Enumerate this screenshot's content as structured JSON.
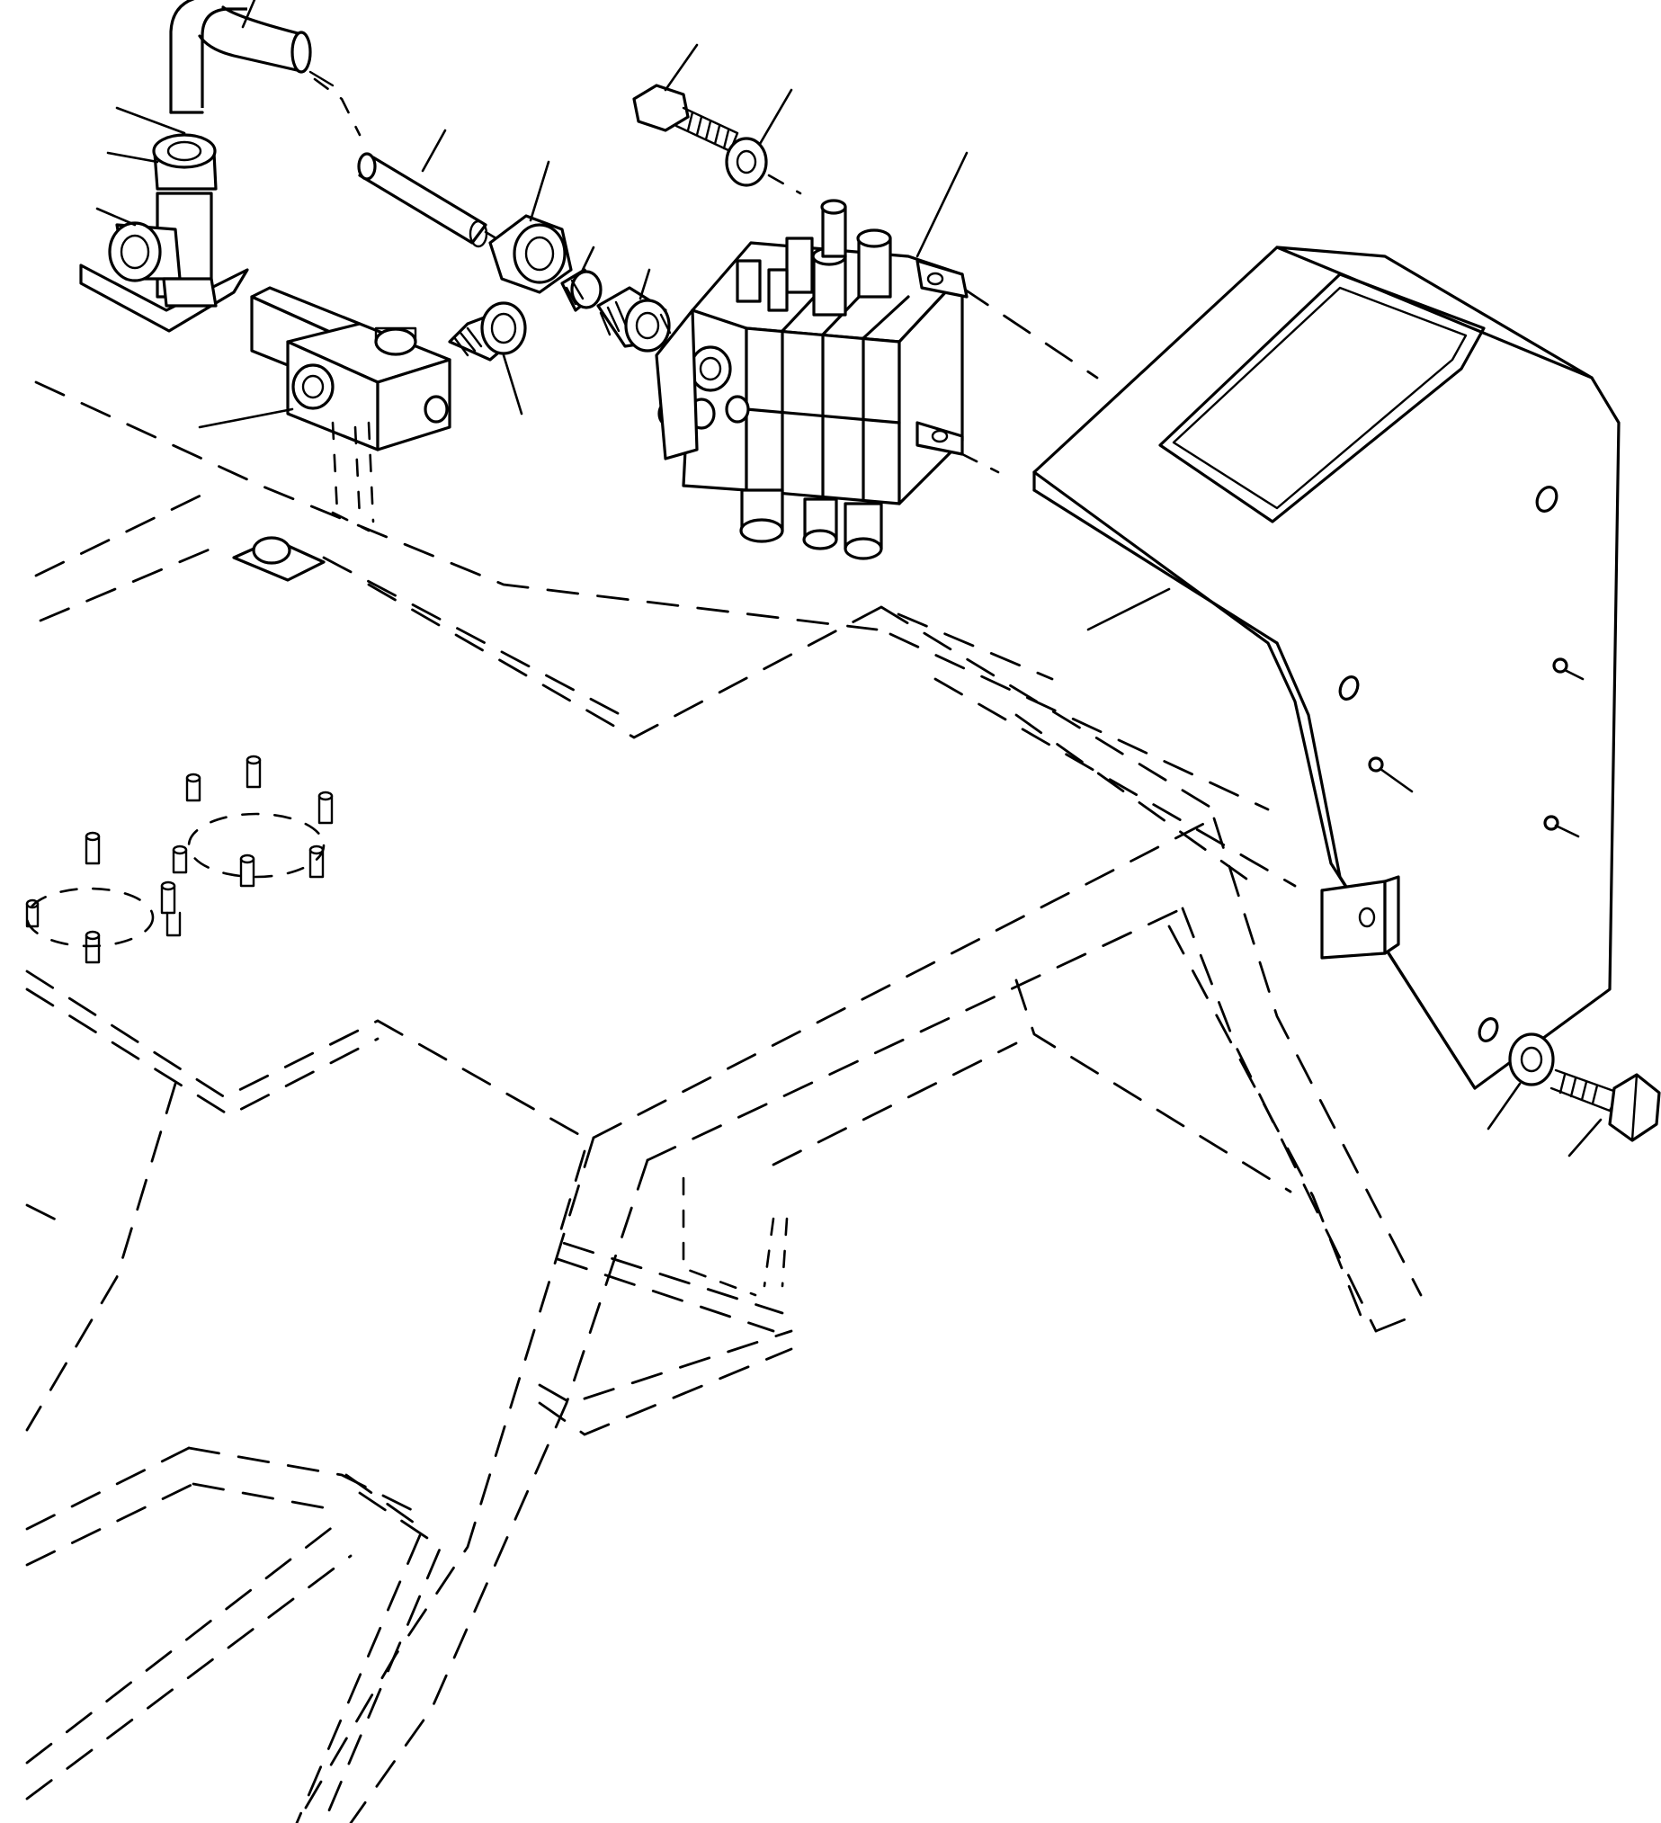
{
  "diagram": {
    "parts": [
      {
        "id": "hydraulic-hose",
        "icon": "hose-elbow-icon"
      },
      {
        "id": "hose-sleeve",
        "icon": "tube-icon"
      },
      {
        "id": "tee-fitting",
        "icon": "tee-fitting-icon"
      },
      {
        "id": "union-nut",
        "icon": "hex-nut-icon"
      },
      {
        "id": "check-valve-block",
        "icon": "valve-block-icon"
      },
      {
        "id": "connector-fitting",
        "icon": "connector-icon"
      },
      {
        "id": "sleeve-nut",
        "icon": "hex-nut-icon"
      },
      {
        "id": "ferrule",
        "icon": "ferrule-icon"
      },
      {
        "id": "adapter-fitting",
        "icon": "adapter-icon"
      },
      {
        "id": "control-valve",
        "icon": "control-valve-icon"
      },
      {
        "id": "upper-bolt",
        "icon": "bolt-icon"
      },
      {
        "id": "upper-washer",
        "icon": "washer-icon"
      },
      {
        "id": "mounting-bracket",
        "icon": "bracket-plate-icon"
      },
      {
        "id": "lower-washer",
        "icon": "washer-icon"
      },
      {
        "id": "lower-bolt",
        "icon": "bolt-icon"
      },
      {
        "id": "mounting-stud-ring-left",
        "icon": "stud-ring-icon"
      },
      {
        "id": "mounting-stud-ring-right",
        "icon": "stud-ring-icon"
      },
      {
        "id": "machine-frame",
        "icon": "frame-outline-icon"
      }
    ]
  }
}
